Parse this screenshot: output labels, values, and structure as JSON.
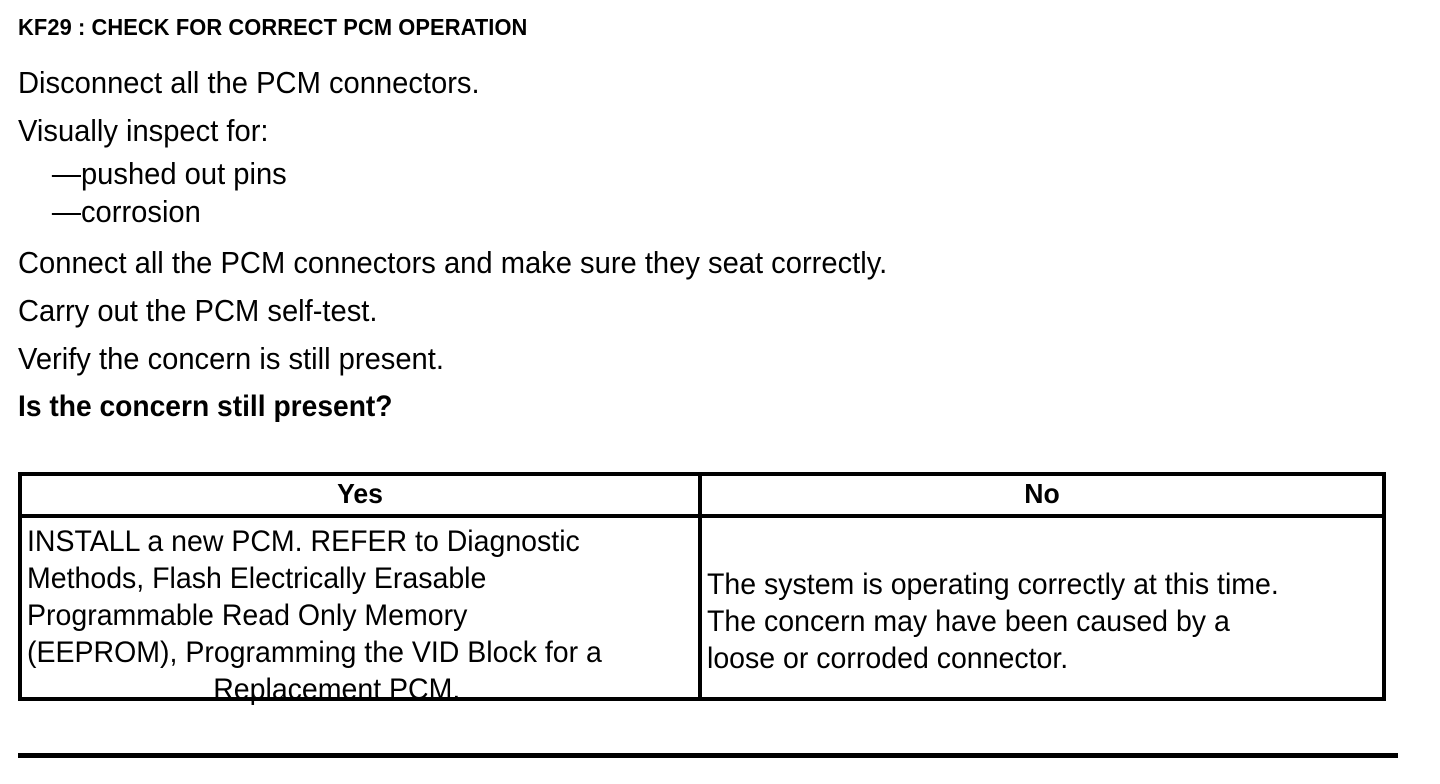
{
  "document": {
    "step_title": "KF29 : CHECK FOR CORRECT PCM OPERATION",
    "instructions": [
      {
        "text": "Disconnect all the PCM connectors.",
        "style": "normal"
      },
      {
        "text": "Visually inspect for:",
        "style": "normal"
      },
      {
        "text": "—pushed out pins",
        "style": "sub"
      },
      {
        "text": "—corrosion",
        "style": "sub"
      },
      {
        "text": "Connect all the PCM connectors and make sure they seat correctly.",
        "style": "normal"
      },
      {
        "text": "Carry out the PCM self-test.",
        "style": "normal"
      },
      {
        "text": "Verify the concern is still present.",
        "style": "normal"
      },
      {
        "text": "Is the concern still present?",
        "style": "bold"
      }
    ]
  },
  "decision_table": {
    "headers": {
      "yes": "Yes",
      "no": "No"
    },
    "yes_cell": {
      "lines": [
        "INSTALL a new PCM. REFER to Diagnostic",
        "Methods,  Flash Electrically Erasable",
        "Programmable Read Only Memory",
        "(EEPROM), Programming the VID Block for a",
        "Replacement PCM."
      ],
      "last_line_centered": true
    },
    "no_cell": {
      "lines": [
        "The system is operating correctly at this time.",
        "The concern may have been caused by a",
        "loose or corroded connector."
      ]
    }
  },
  "colors": {
    "ink": "#000000",
    "paper": "#ffffff"
  }
}
